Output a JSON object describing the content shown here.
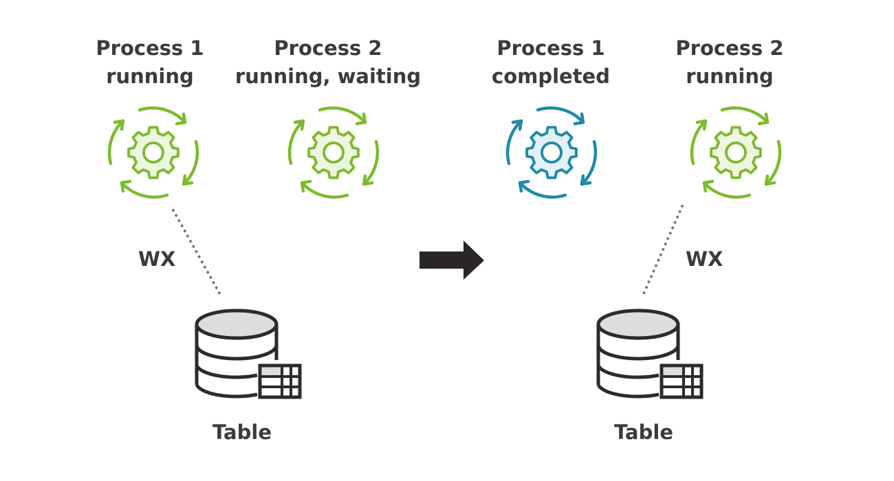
{
  "colors": {
    "running": "#7dbb2f",
    "running_fill": "#eef6e2",
    "completed": "#1f8aa8",
    "completed_fill": "#e3f0f5",
    "text": "#3b3b3b",
    "connector": "#777777",
    "arrow": "#2a2626",
    "db_stroke": "#2b2b2b",
    "db_fill": "#dddddd"
  },
  "before": {
    "process1": {
      "title": "Process 1",
      "status": "running",
      "icon": "gear-cycle-icon"
    },
    "process2": {
      "title": "Process 2",
      "status": "running, waiting",
      "icon": "gear-cycle-icon"
    },
    "lock_mode": "WX",
    "table_label": "Table"
  },
  "transition_icon": "right-arrow-icon",
  "after": {
    "process1": {
      "title": "Process 1",
      "status": "completed",
      "icon": "gear-cycle-icon"
    },
    "process2": {
      "title": "Process 2",
      "status": "running",
      "icon": "gear-cycle-icon"
    },
    "lock_mode": "WX",
    "table_label": "Table"
  }
}
